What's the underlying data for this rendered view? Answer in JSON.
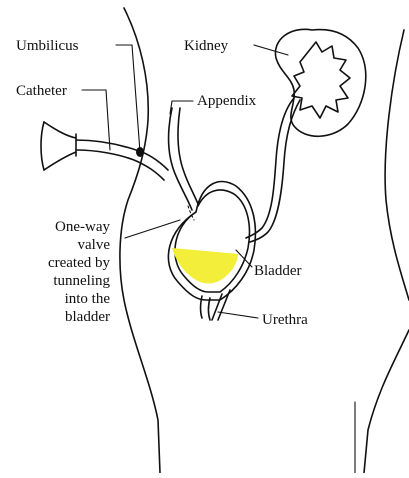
{
  "labels": {
    "umbilicus": "Umbilicus",
    "catheter": "Catheter",
    "appendix": "Appendix",
    "kidney": "Kidney",
    "valve": [
      "One-way",
      "valve",
      "created by",
      "tunneling",
      "into the",
      "bladder"
    ],
    "bladder": "Bladder",
    "urethra": "Urethra"
  },
  "colors": {
    "line": "#111111",
    "urine": "#f2ee3a",
    "background": "#ffffff"
  }
}
